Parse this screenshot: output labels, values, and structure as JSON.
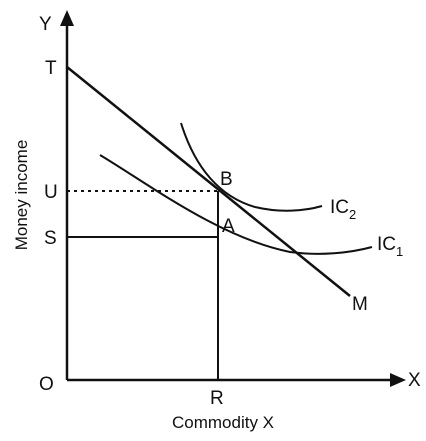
{
  "axes": {
    "y_label": "Money income",
    "x_label": "Commodity X",
    "y_letter": "Y",
    "x_letter": "X",
    "origin": "O"
  },
  "points": {
    "T": "T",
    "U": "U",
    "S": "S",
    "R": "R",
    "A": "A",
    "B": "B",
    "M": "M"
  },
  "curves": {
    "ic2_main": "IC",
    "ic2_sub": "2",
    "ic1_main": "IC",
    "ic1_sub": "1"
  },
  "colors": {
    "ink": "#111111",
    "background": "#ffffff"
  }
}
